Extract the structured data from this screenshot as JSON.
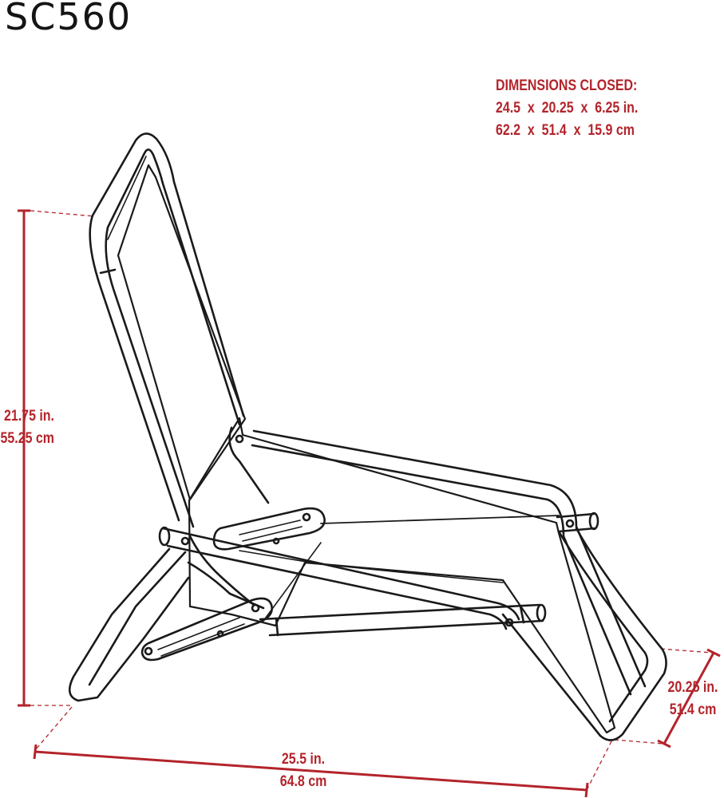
{
  "model": "SC560",
  "closed": {
    "heading": "DIMENSIONS CLOSED:",
    "inches": "24.5  x  20.25  x  6.25 in.",
    "cm": "62.2  x  51.4  x  15.9 cm"
  },
  "height": {
    "inches": "21.75 in.",
    "cm": "55.25 cm"
  },
  "depth": {
    "inches": "20.25 in.",
    "cm": "51.4 cm"
  },
  "width": {
    "inches": "25.5 in.",
    "cm": "64.8 cm"
  },
  "colors": {
    "dimension": "#b3242b",
    "line_art": "#1a1a1a"
  }
}
